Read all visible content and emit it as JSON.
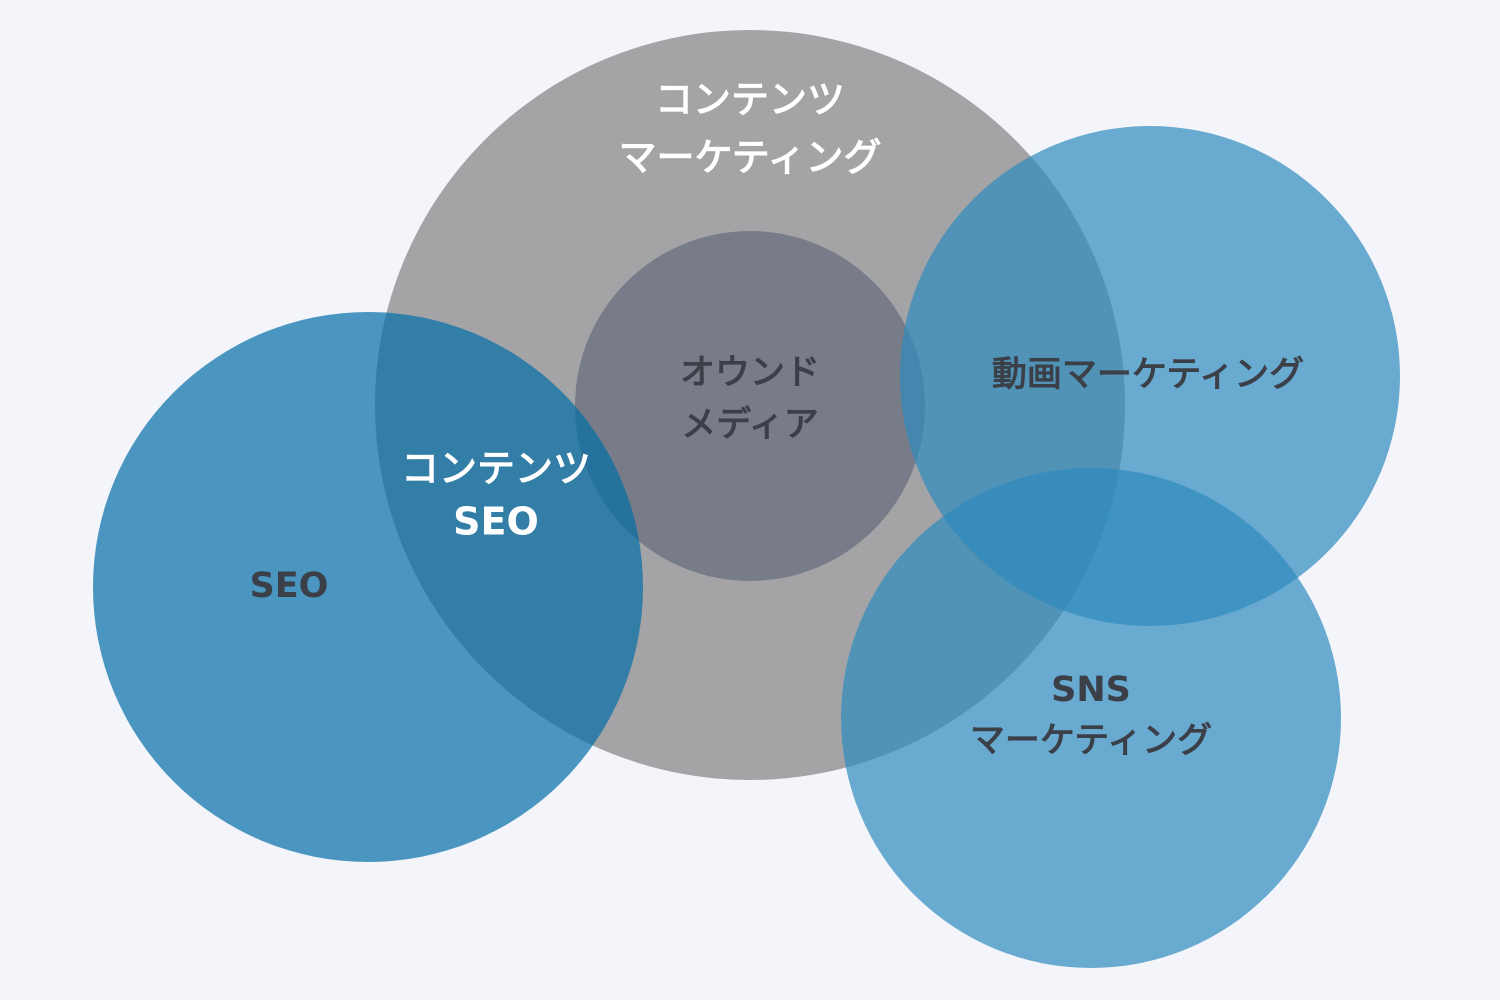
{
  "colors": {
    "background": "#f3f5fa",
    "content_marketing": "#a4a4a7",
    "owned_media": "#787c88",
    "seo": "#016da7",
    "video": "#2e8abd",
    "sns": "#2e8abd",
    "dark_text": "#3b3f47",
    "light_text": "#ffffff"
  },
  "labels": {
    "content_marketing": [
      "コンテンツ",
      "マーケティング"
    ],
    "owned_media": [
      "オウンド",
      "メディア"
    ],
    "video_marketing": "動画マーケティング",
    "content_seo": [
      "コンテンツ",
      "SEO"
    ],
    "seo": "SEO",
    "sns_marketing": [
      "SNS",
      "マーケティング"
    ]
  }
}
